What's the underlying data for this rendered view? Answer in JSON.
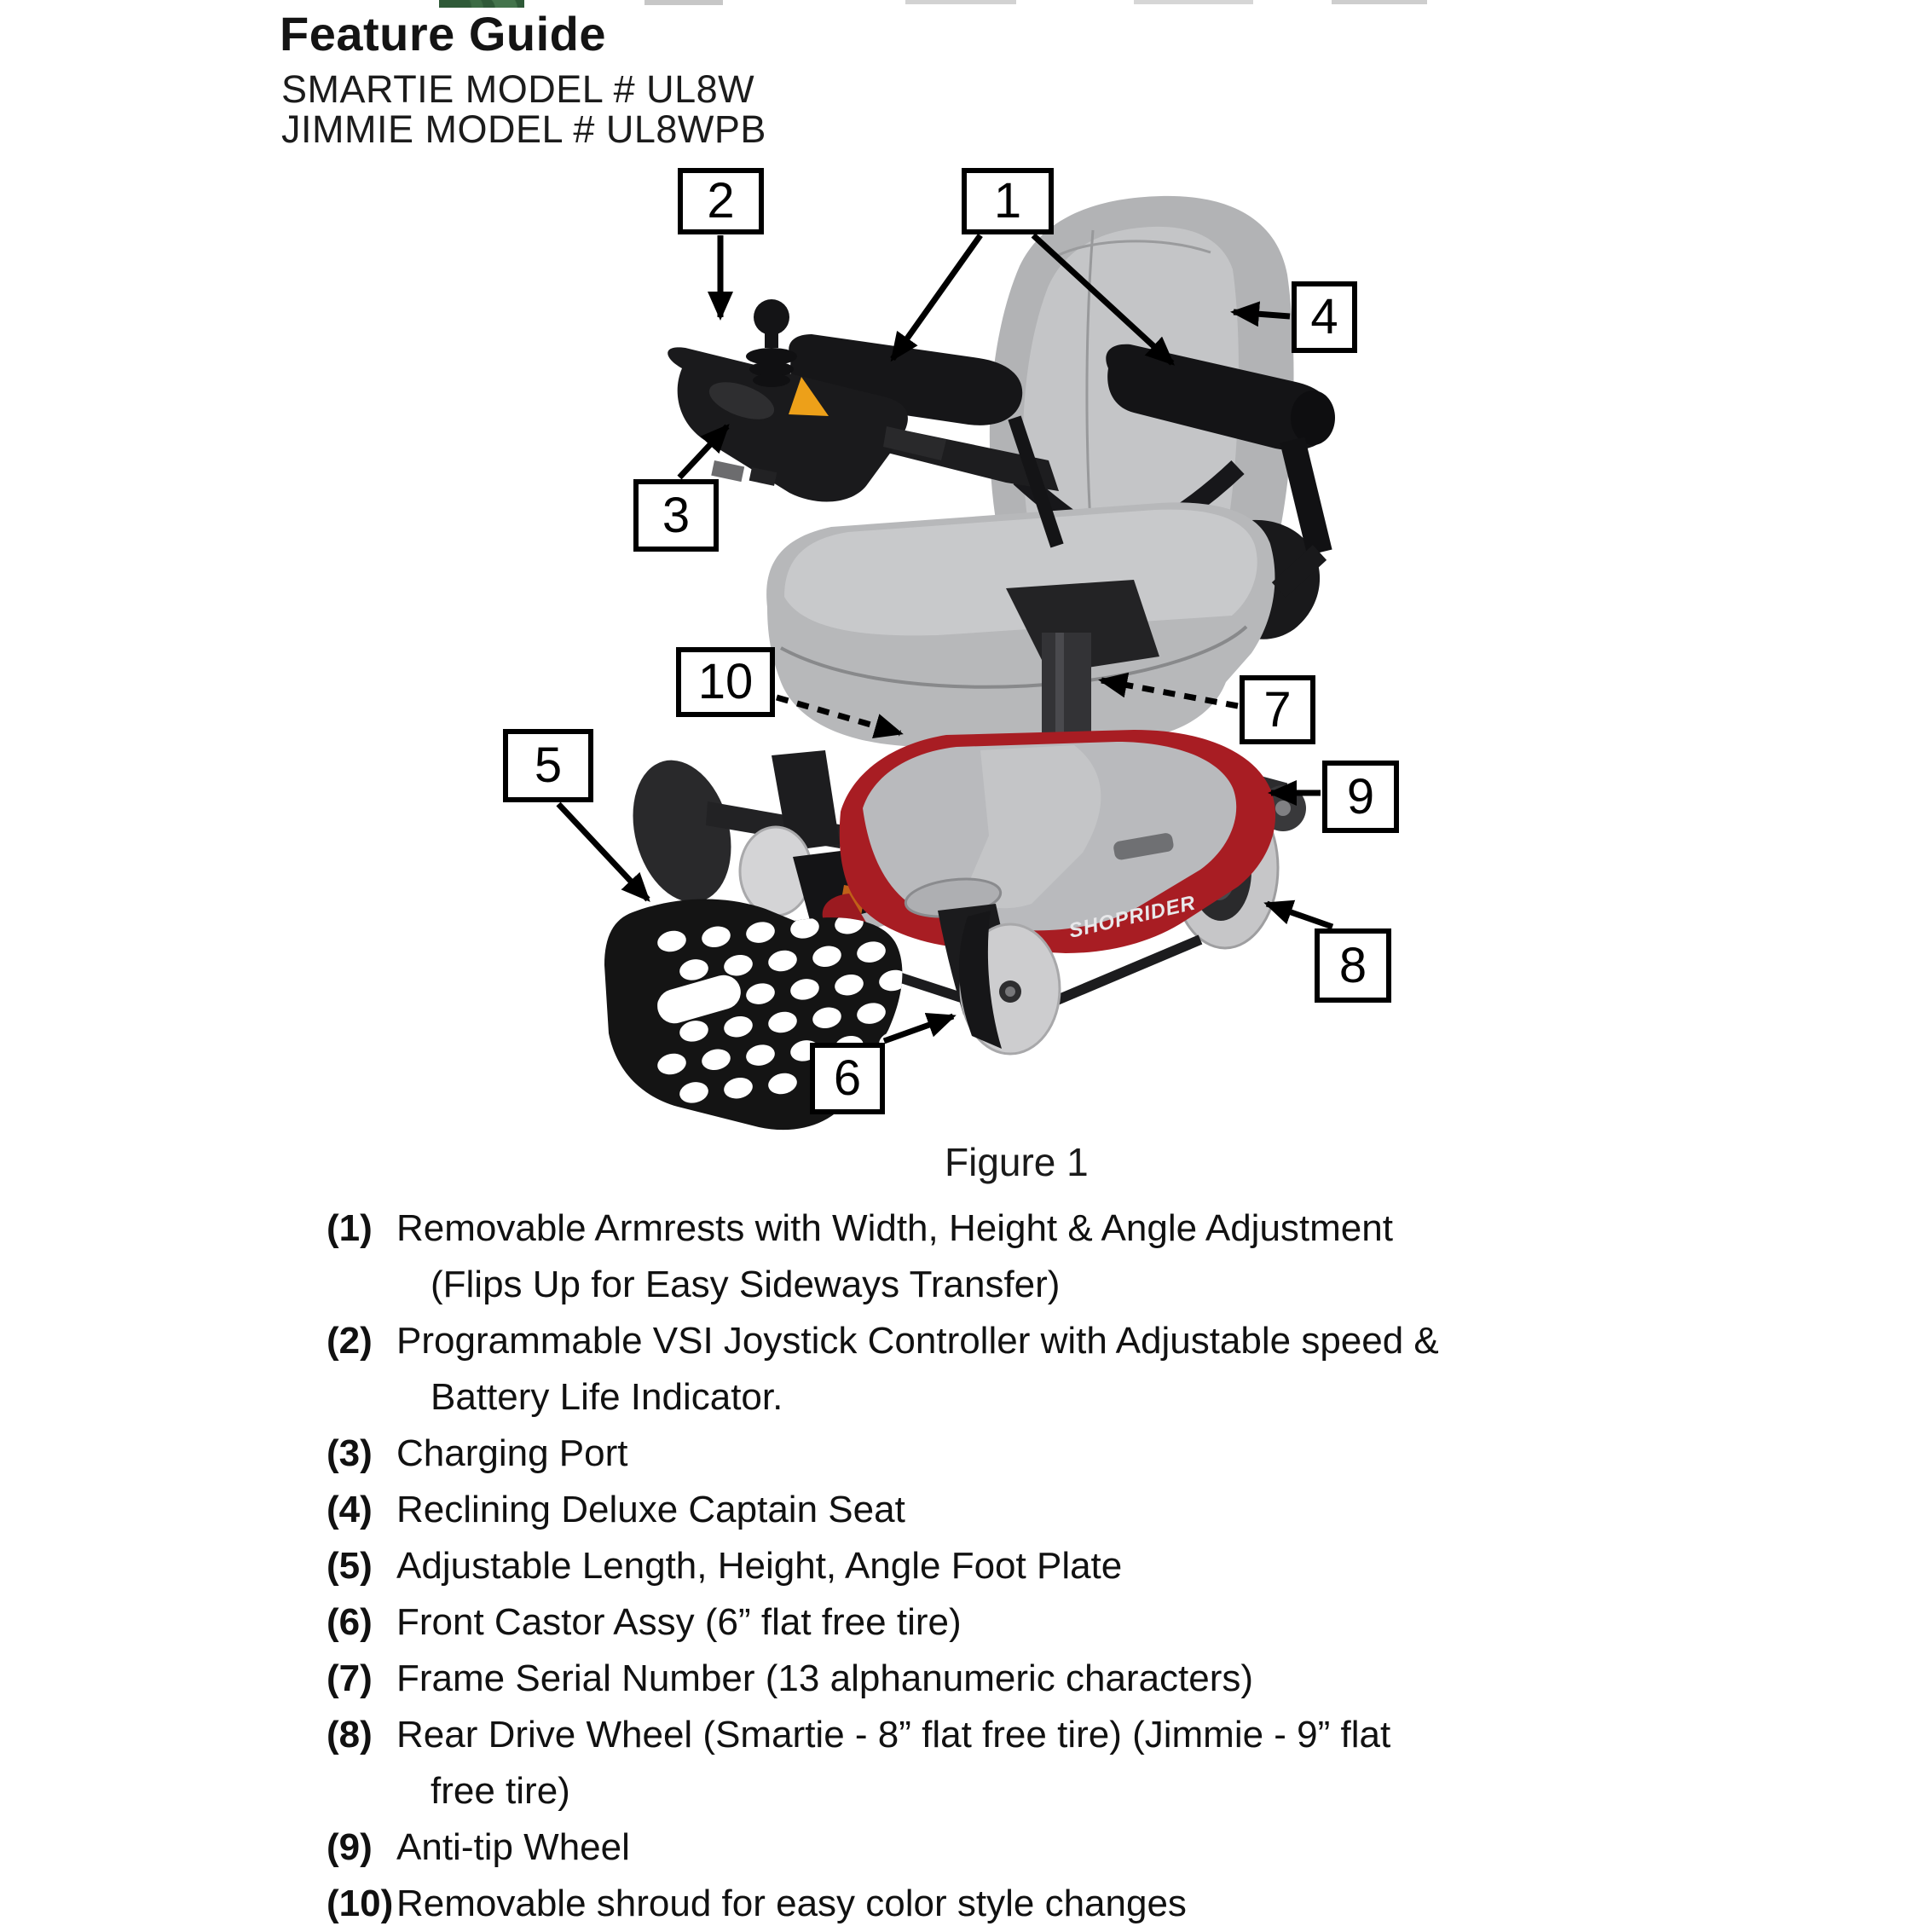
{
  "header": {
    "title": "Feature Guide",
    "model_1": "SMARTIE MODEL # UL8W",
    "model_2": "JIMMIE MODEL # UL8WPB"
  },
  "figure": {
    "caption": "Figure 1",
    "shroud_brand": "SHOPRIDER",
    "callouts": [
      "1",
      "2",
      "3",
      "4",
      "5",
      "6",
      "7",
      "8",
      "9",
      "10"
    ]
  },
  "features": [
    {
      "num": "(1)",
      "line1": "Removable Armrests with Width, Height & Angle Adjustment",
      "line2": "(Flips Up for Easy Sideways Transfer)"
    },
    {
      "num": "(2)",
      "line1": "Programmable VSI Joystick Controller with Adjustable speed &",
      "line2": "Battery Life Indicator."
    },
    {
      "num": "(3)",
      "line1": "Charging Port"
    },
    {
      "num": "(4)",
      "line1": "Reclining Deluxe Captain Seat"
    },
    {
      "num": "(5)",
      "line1": "Adjustable Length, Height, Angle Foot Plate"
    },
    {
      "num": "(6)",
      "line1": "Front Castor Assy (6” flat free tire)"
    },
    {
      "num": "(7)",
      "line1": "Frame Serial Number (13 alphanumeric characters)"
    },
    {
      "num": "(8)",
      "line1": "Rear Drive Wheel (Smartie - 8” flat free tire) (Jimmie - 9” flat",
      "line2": "free tire)"
    },
    {
      "num": "(9)",
      "line1": "Anti-tip Wheel"
    },
    {
      "num": "(10)",
      "line1": "Removable shroud for easy color style changes"
    }
  ],
  "colors": {
    "shroud_red": "#a81d23",
    "silver": "#b9babd",
    "seat_gray": "#b2b3b5",
    "accent_orange": "#eda019"
  }
}
